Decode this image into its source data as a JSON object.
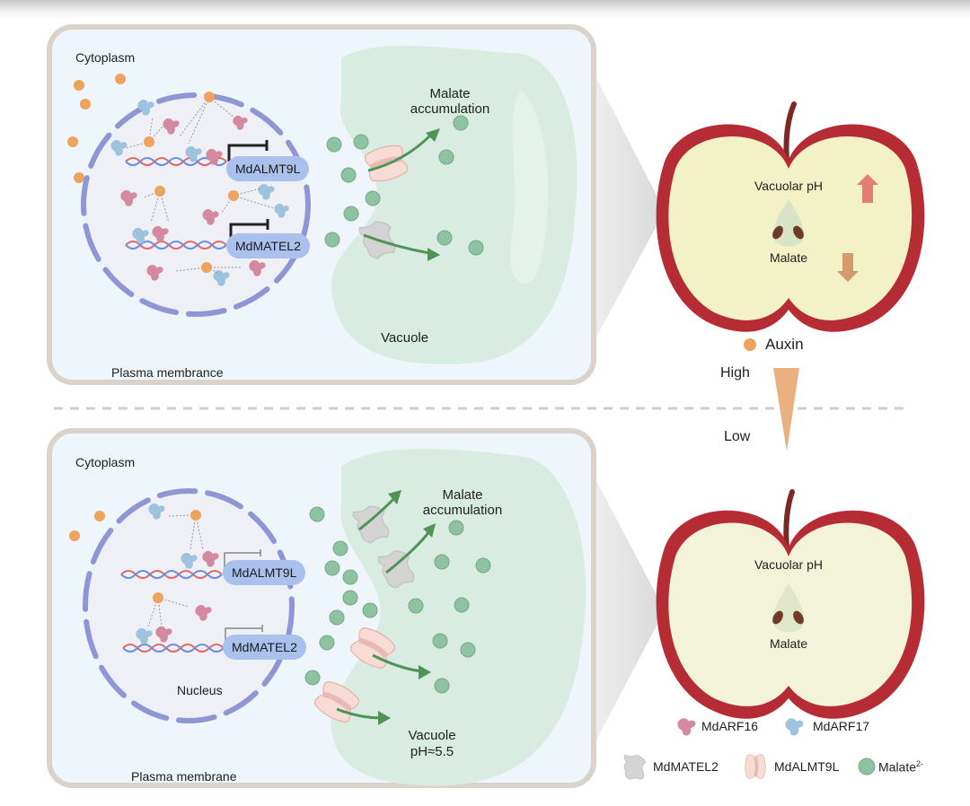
{
  "colors": {
    "auxin": "#eea35f",
    "malate": "#8fc2a1",
    "nucleus_border": "#8f96d4",
    "cell_border": "#d9d3cc",
    "cell_fill": "#eef6fb",
    "vacuole": "#d8ece2",
    "arf16": "#d38aa0",
    "arf17": "#9dc3de",
    "almt9l": "#f6d8d2",
    "matel2": "#cfcfcf",
    "arrow_green": "#4f9356",
    "apple_skin": "#b52c34",
    "apple_flesh": "#f3f2c7",
    "up_arrow": "#e27f72",
    "down_arrow": "#d49a6d",
    "gradient_triangle": "#eab07f"
  },
  "top_panel": {
    "cytoplasm_label": "Cytoplasm",
    "membrane_label": "Plasma membrance",
    "vacuole_label": "Vacuole",
    "accumulation_label": "Malate accumulation",
    "gene1": "MdALMT9L",
    "gene2": "MdMATEL2"
  },
  "bottom_panel": {
    "cytoplasm_label": "Cytoplasm",
    "membrane_label": "Plasma membrane",
    "nucleus_label": "Nucleus",
    "vacuole_label": "Vacuole",
    "vacuole_ph": "pH≈5.5",
    "accumulation_label": "Malate accumulation",
    "gene1": "MdALMT9L",
    "gene2": "MdMATEL2"
  },
  "apple_top": {
    "ph_label": "Vacuolar pH",
    "malate_label": "Malate",
    "ph_trend": "up",
    "malate_trend": "down"
  },
  "apple_bottom": {
    "ph_label": "Vacuolar pH",
    "malate_label": "Malate"
  },
  "auxin_scale": {
    "title": "Auxin",
    "high": "High",
    "low": "Low"
  },
  "legend": {
    "arf16": "MdARF16",
    "arf17": "MdARF17",
    "matel2": "MdMATEL2",
    "almt9l": "MdALMT9L",
    "malate": "Malate",
    "malate_charge": "2-"
  }
}
